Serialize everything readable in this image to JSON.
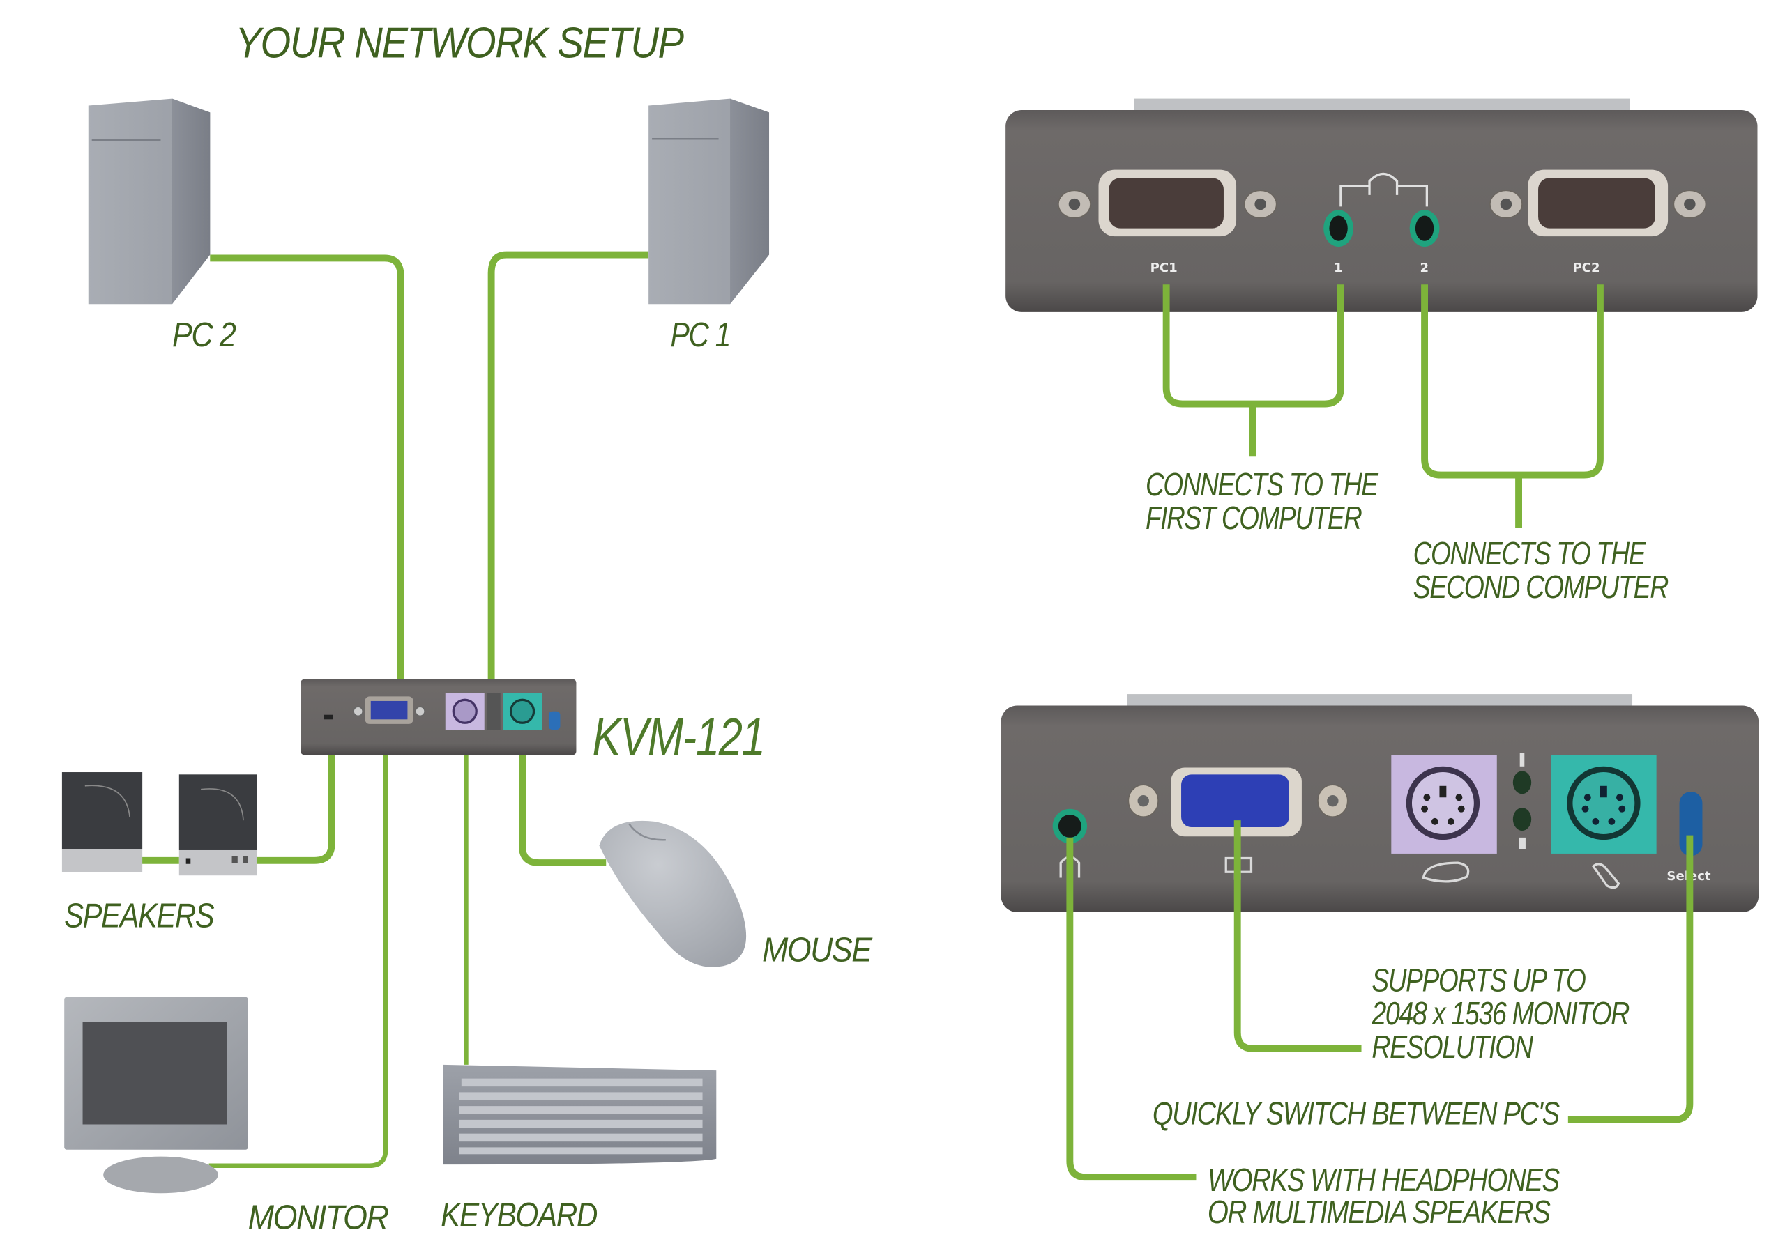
{
  "title": "YOUR NETWORK SETUP",
  "colors": {
    "accent_green": "#7db33a",
    "label_green": "#4e7a2a",
    "device_body": "#6e6a69",
    "device_dark": "#4d4a4a",
    "tower_gray": "#a5a9b0",
    "vga_blue": "#2d3fb5",
    "ps2_purple": "#c8b8e0",
    "ps2_teal": "#35b8ab",
    "audio_green": "#1fa37e",
    "select_button_blue": "#1d5fa3"
  },
  "setup": {
    "pc2_label": "PC 2",
    "pc1_label": "PC 1",
    "kvm_label": "KVM-121",
    "speakers_label": "SPEAKERS",
    "mouse_label": "MOUSE",
    "monitor_label": "MONITOR",
    "keyboard_label": "KEYBOARD"
  },
  "rear_panel": {
    "port_labels": {
      "pc1": "PC1",
      "audio1": "1",
      "audio2": "2",
      "pc2": "PC2"
    },
    "callout_first": [
      "CONNECTS TO THE",
      "FIRST COMPUTER"
    ],
    "callout_second": [
      "CONNECTS TO THE",
      "SECOND COMPUTER"
    ]
  },
  "front_panel": {
    "select_label": "Select",
    "callout_resolution": [
      "SUPPORTS UP TO",
      "2048 x 1536 MONITOR",
      "RESOLUTION"
    ],
    "callout_switch": "QUICKLY SWITCH BETWEEN PC'S",
    "callout_audio": [
      "WORKS WITH HEADPHONES",
      "OR MULTIMEDIA SPEAKERS"
    ]
  }
}
